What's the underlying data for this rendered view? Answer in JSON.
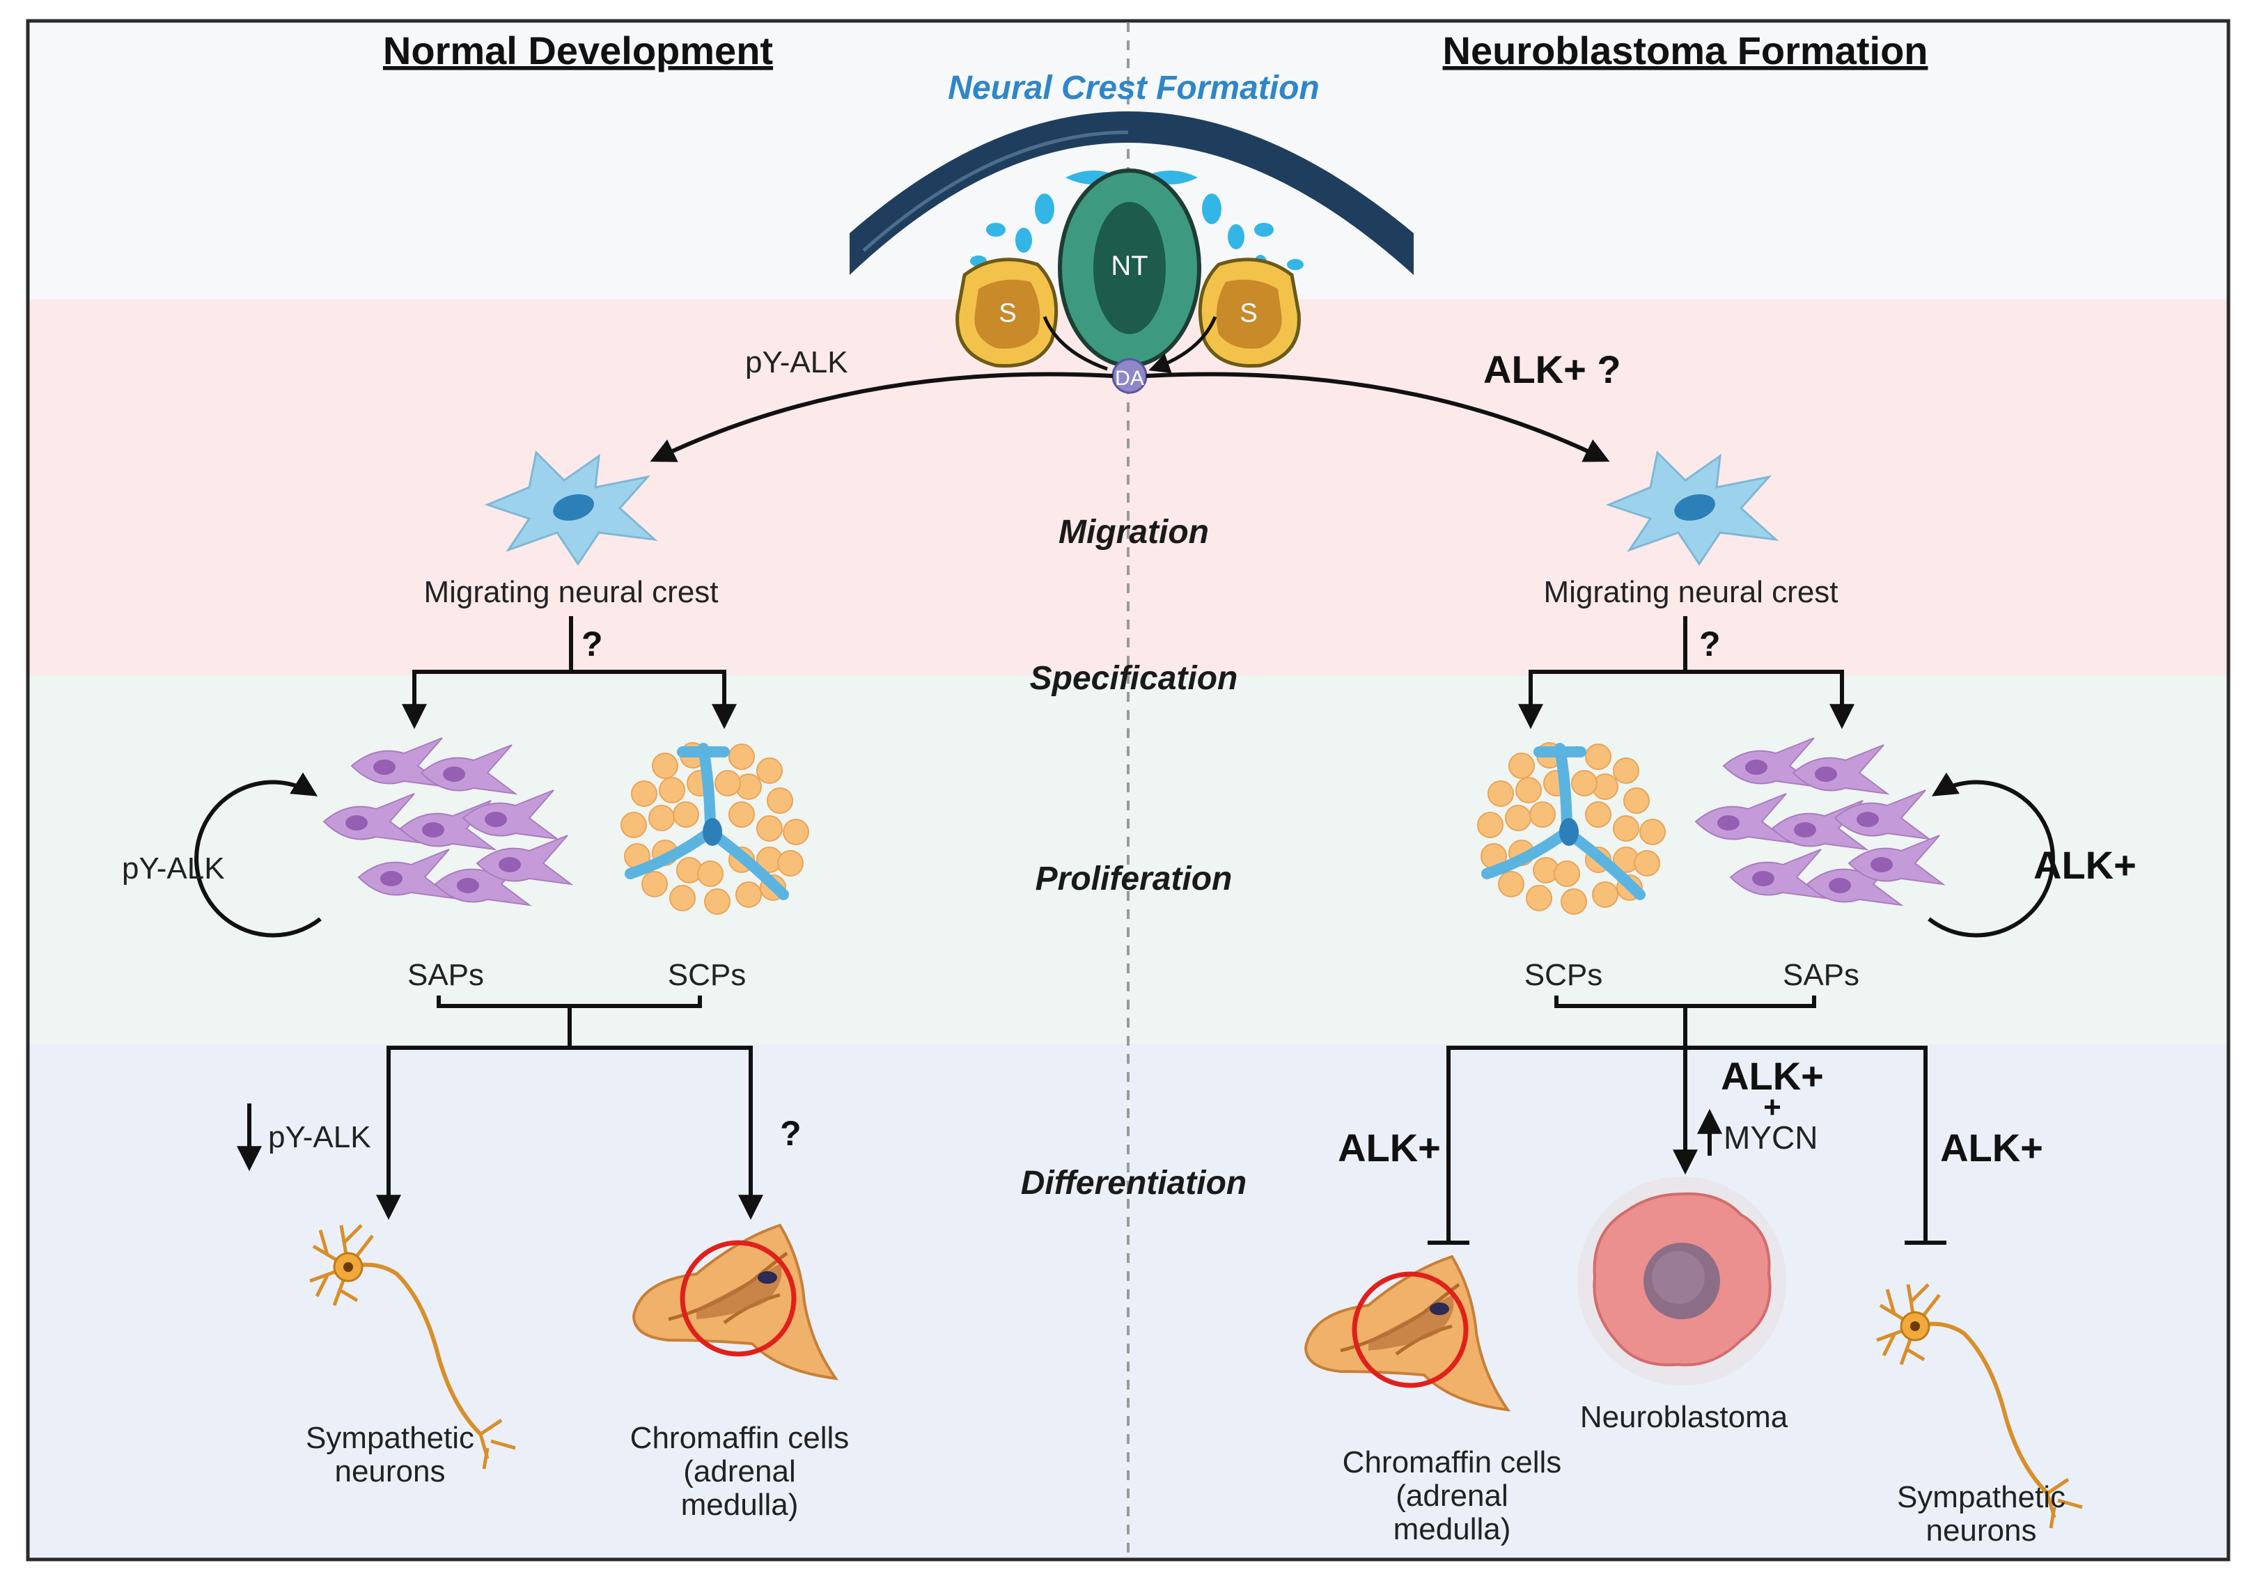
{
  "headers": {
    "normal": "Normal Development",
    "neuro": "Neuroblastoma Formation"
  },
  "top": {
    "title": "Neural Crest Formation",
    "nt": "NT",
    "somite": "S",
    "da": "DA"
  },
  "stages": {
    "migration": "Migration",
    "specification": "Specification",
    "proliferation": "Proliferation",
    "differentiation": "Differentiation"
  },
  "left": {
    "py_alk_top": "pY-ALK",
    "migrating": "Migrating neural crest",
    "q_spec": "?",
    "py_alk_loop": "pY-ALK",
    "saps": "SAPs",
    "scps": "SCPs",
    "py_alk_diff": "pY-ALK",
    "q_diff": "?",
    "symp_l1": "Sympathetic",
    "symp_l2": "neurons",
    "chrom_l1": "Chromaffin cells",
    "chrom_l2": "(adrenal",
    "chrom_l3": "medulla)"
  },
  "right": {
    "alk_q": "ALK+ ?",
    "migrating": "Migrating neural crest",
    "q_spec": "?",
    "alk_loop": "ALK+",
    "scps": "SCPs",
    "saps": "SAPs",
    "alk_center": "ALK+",
    "plus": "+",
    "mycn": "MYCN",
    "alk_left": "ALK+",
    "alk_right": "ALK+",
    "neuroblastoma": "Neuroblastoma",
    "chrom_l1": "Chromaffin cells",
    "chrom_l2": "(adrenal",
    "chrom_l3": "medulla)",
    "symp_l1": "Sympathetic",
    "symp_l2": "neurons"
  },
  "colors": {
    "band_top": "#f7f8fa",
    "band_migration": "#fce9e9",
    "band_proliferation": "#eef5f2",
    "band_differentiation": "#ebf0f8",
    "neural_crest_title": "#2f86c8",
    "cell_blue": "#9dd2ec",
    "sap_purple": "#c59ad8",
    "scp_orange": "#f7c07a",
    "neuron_orange": "#e29a2c",
    "tumor_pink": "#ec8f8f",
    "inhibit_red": "#e0201b"
  }
}
